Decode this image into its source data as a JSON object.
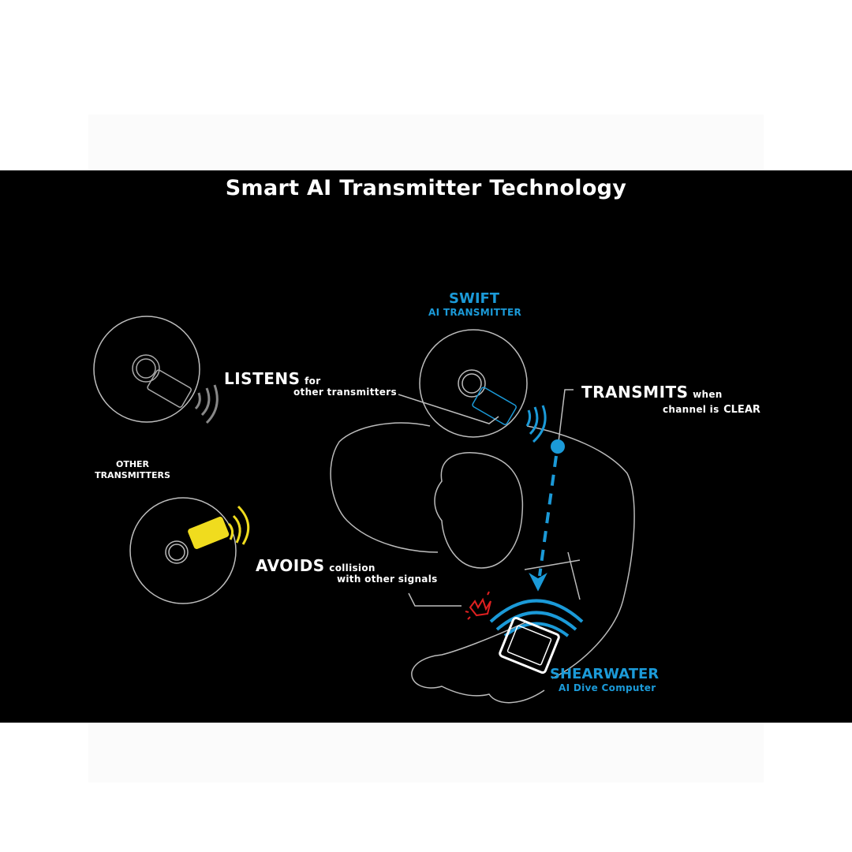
{
  "title": "Smart AI Transmitter Technology",
  "swift": {
    "name": "SWIFT",
    "subtitle": "AI TRANSMITTER"
  },
  "listens": {
    "keyword": "LISTENS",
    "rest1": "for",
    "rest2": "other transmitters"
  },
  "transmits": {
    "keyword": "TRANSMITS",
    "rest1": "when",
    "rest2": "channel is",
    "rest3": "CLEAR"
  },
  "other": {
    "line1": "OTHER",
    "line2": "TRANSMITTERS"
  },
  "avoids": {
    "keyword": "AVOIDS",
    "rest1": "collision",
    "rest2": "with other signals"
  },
  "shearwater": {
    "name": "SHEARWATER",
    "subtitle": "AI Dive Computer"
  },
  "colors": {
    "blue": "#1b9ad8",
    "yellow": "#f0dc1e",
    "red": "#e02020",
    "line": "#bdbdbd"
  }
}
